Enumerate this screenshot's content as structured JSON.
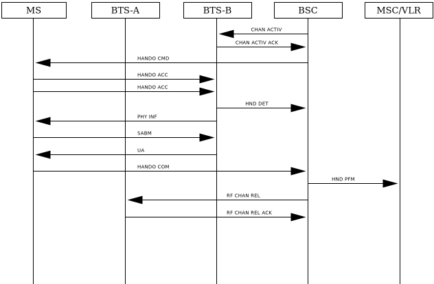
{
  "entities": [
    {
      "id": "ms",
      "label": "MS"
    },
    {
      "id": "btsa",
      "label": "BTS-A"
    },
    {
      "id": "btsb",
      "label": "BTS-B"
    },
    {
      "id": "bsc",
      "label": "BSC"
    },
    {
      "id": "msc",
      "label": "MSC/VLR"
    }
  ],
  "messages": [
    {
      "label": "CHAN ACTIV",
      "from": "bsc",
      "to": "btsb"
    },
    {
      "label": "CHAN ACTIV ACK",
      "from": "btsb",
      "to": "bsc"
    },
    {
      "label": "HANDO CMD",
      "from": "bsc",
      "to": "ms"
    },
    {
      "label": "HANDO ACC",
      "from": "ms",
      "to": "btsb"
    },
    {
      "label": "HANDO ACC",
      "from": "ms",
      "to": "btsb"
    },
    {
      "label": "HND DET",
      "from": "btsb",
      "to": "bsc"
    },
    {
      "label": "PHY INF",
      "from": "btsb",
      "to": "ms"
    },
    {
      "label": "SABM",
      "from": "ms",
      "to": "btsb"
    },
    {
      "label": "UA",
      "from": "btsb",
      "to": "ms"
    },
    {
      "label": "HANDO COM",
      "from": "ms",
      "to": "bsc"
    },
    {
      "label": "HND PFM",
      "from": "bsc",
      "to": "msc"
    },
    {
      "label": "RF CHAN REL",
      "from": "bsc",
      "to": "btsa"
    },
    {
      "label": "RF CHAN REL ACK",
      "from": "btsa",
      "to": "bsc"
    }
  ]
}
